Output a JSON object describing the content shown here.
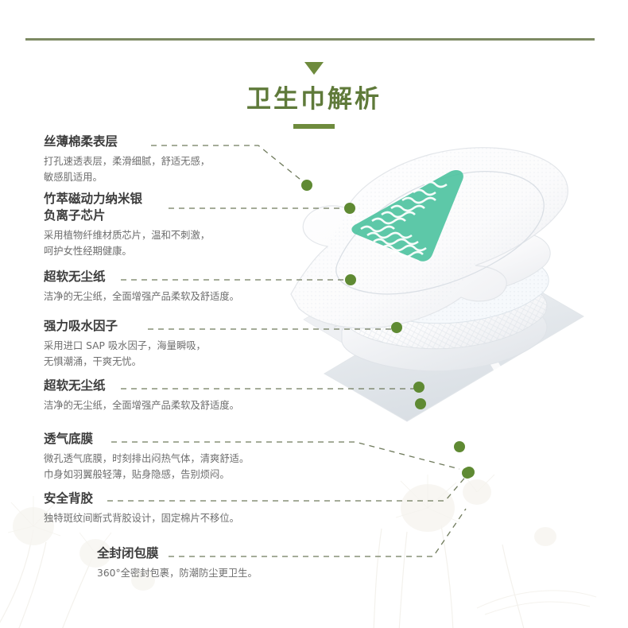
{
  "header": {
    "title": "卫生巾解析",
    "caret_icon": "triangle-down-icon",
    "accent_color": "#6e8b3d",
    "rule_color": "#7d8a63"
  },
  "theme": {
    "dot_color": "#5f8a33",
    "leader_color": "#5a6b45",
    "title_text_color": "#3c3c3c",
    "desc_text_color": "#6d6d6d",
    "background": "#ffffff",
    "core_chip_color": "#4fc3a1"
  },
  "product": {
    "name": "sanitary-pad-exploded-view",
    "layer_count": 8
  },
  "annotations": [
    {
      "id": "surface-layer",
      "title": "丝薄棉柔表层",
      "desc": "打孔速透表层，柔滑细腻，舒适无感，\n敏感肌适用。"
    },
    {
      "id": "bamboo-nano-silver-chip",
      "title": "竹萃磁动力纳米银\n负离子芯片",
      "desc": "采用植物纤维材质芯片，温和不刺激，\n呵护女性经期健康。"
    },
    {
      "id": "ultra-soft-dust-free-paper-top",
      "title": "超软无尘纸",
      "desc": "洁净的无尘纸，全面增强产品柔软及舒适度。"
    },
    {
      "id": "super-absorbent-factor",
      "title": "强力吸水因子",
      "desc": "采用进口 SAP 吸水因子，海量瞬吸，\n无惧潮涌，干爽无忧。"
    },
    {
      "id": "ultra-soft-dust-free-paper-bottom",
      "title": "超软无尘纸",
      "desc": "洁净的无尘纸，全面增强产品柔软及舒适度。"
    },
    {
      "id": "breathable-bottom-film",
      "title": "透气底膜",
      "desc": "微孔透气底膜，时刻排出闷热气体，清爽舒适。\n巾身如羽翼般轻薄，贴身隐感，告别烦闷。"
    },
    {
      "id": "safety-adhesive",
      "title": "安全背胶",
      "desc": "独特斑纹间断式背胶设计，固定棉片不移位。"
    },
    {
      "id": "fully-sealed-wrapper",
      "title": "全封闭包膜",
      "desc": "360°全密封包裹，防潮防尘更卫生。"
    }
  ]
}
